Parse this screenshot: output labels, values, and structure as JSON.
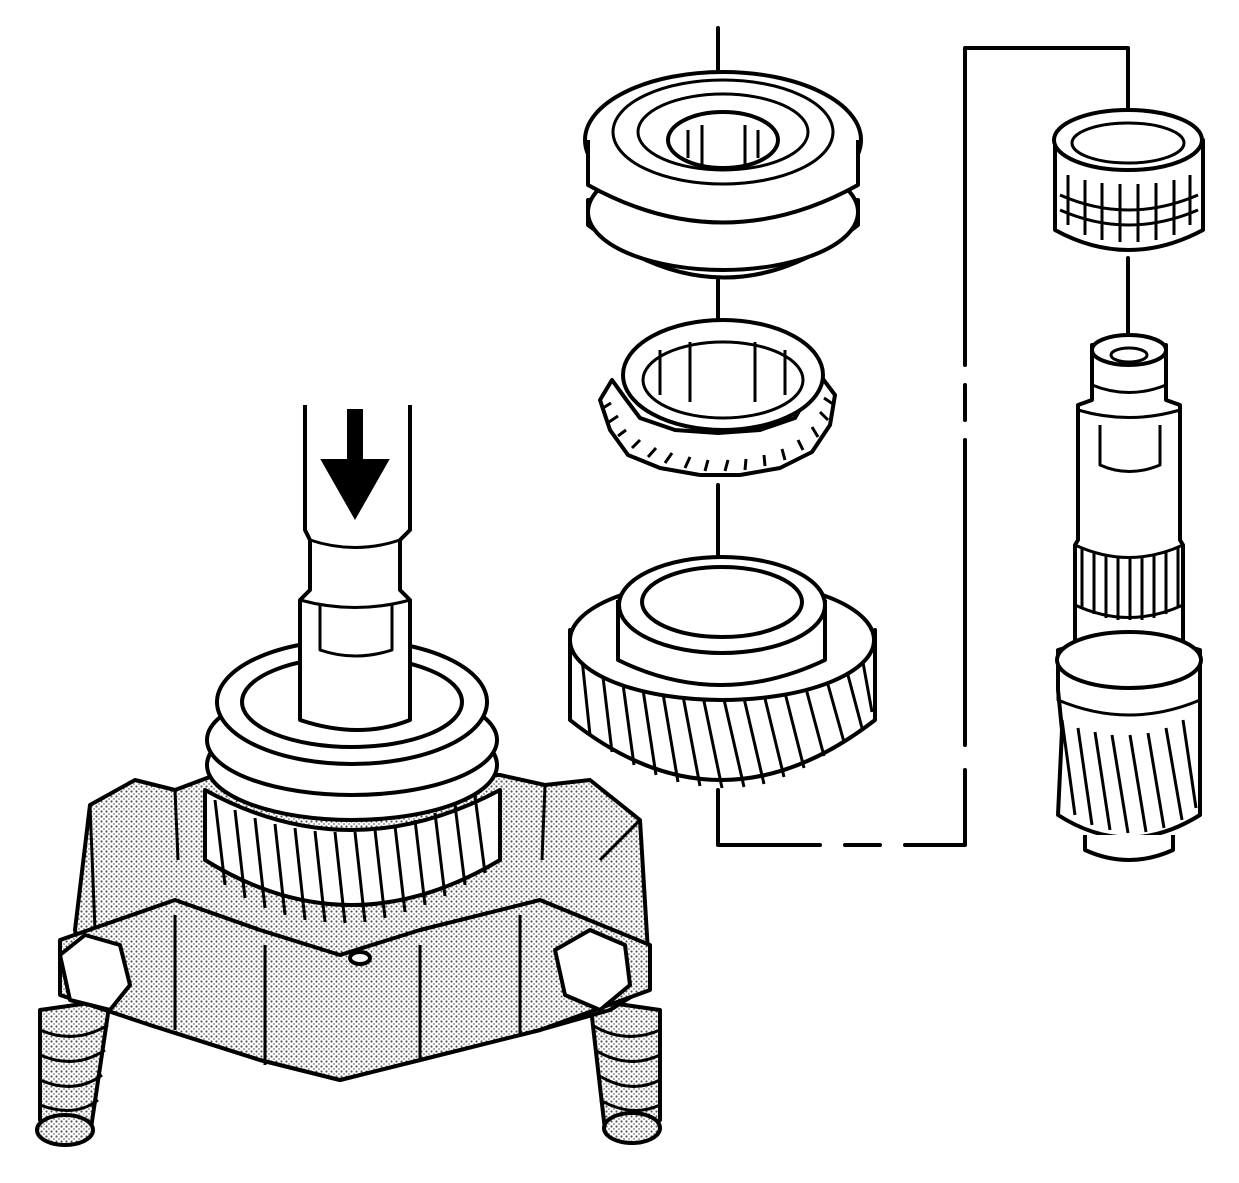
{
  "figure": {
    "labels": []
  },
  "colors": {
    "line": "#000000",
    "background": "#ffffff",
    "hatch_fill": "#d9d9d9"
  },
  "components": [
    "press-ram",
    "press-direction-arrow",
    "bearing-puller-plate",
    "gear-on-press",
    "synchronizer-hub",
    "blocking-ring",
    "helical-gear",
    "needle-bearing",
    "input-shaft",
    "assembly-leader-lines"
  ]
}
